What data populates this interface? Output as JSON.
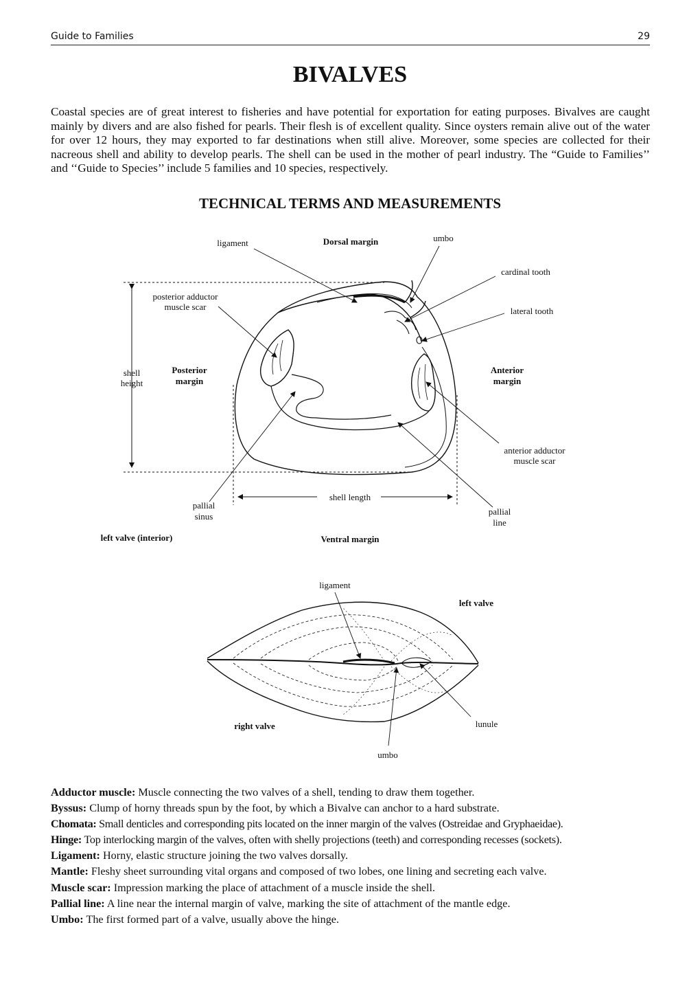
{
  "header": {
    "section": "Guide to Families",
    "page_number": "29"
  },
  "title": "BIVALVES",
  "intro": "Coastal species are of great interest to fisheries and have potential for exportation for eating purposes. Bivalves are caught mainly by divers and are also fished for pearls. Their flesh is of excellent quality. Since oysters remain alive out of the water for over 12 hours, they may exported to far destinations when still alive. Moreover, some species are collected for their nacreous shell and ability to develop pearls. The shell can be used in the mother of pearl industry. The “Guide to Families’’ and ‘‘Guide to Species’’ include 5 families and 10 species, respectively.",
  "subtitle": "TECHNICAL TERMS AND MEASUREMENTS",
  "figure1": {
    "ligament": "ligament",
    "dorsal_margin": "Dorsal margin",
    "umbo": "umbo",
    "cardinal_tooth": "cardinal tooth",
    "lateral_tooth": "lateral tooth",
    "posterior_adductor_1": "posterior adductor",
    "posterior_adductor_2": "muscle scar",
    "shell_height_1": "shell",
    "shell_height_2": "height",
    "posterior_margin_1": "Posterior",
    "posterior_margin_2": "margin",
    "anterior_margin_1": "Anterior",
    "anterior_margin_2": "margin",
    "anterior_adductor_1": "anterior adductor",
    "anterior_adductor_2": "muscle scar",
    "shell_length": "shell length",
    "pallial_sinus_1": "pallial",
    "pallial_sinus_2": "sinus",
    "pallial_line_1": "pallial",
    "pallial_line_2": "line",
    "caption": "left valve (interior)",
    "ventral_margin": "Ventral margin"
  },
  "figure2": {
    "ligament": "ligament",
    "left_valve": "left valve",
    "right_valve": "right valve",
    "lunule": "lunule",
    "umbo": "umbo"
  },
  "definitions": [
    {
      "term": "Adductor muscle:",
      "text": "Muscle connecting the two valves of a shell, tending to draw them together."
    },
    {
      "term": "Byssus:",
      "text": "Clump of horny threads spun by the foot, by which a Bivalve can anchor to a hard substrate."
    },
    {
      "term": "Chomata:",
      "text": "Small denticles and corresponding pits located on the inner margin of the valves (Ostreidae and Gryphaeidae)."
    },
    {
      "term": "Hinge:",
      "text": "Top interlocking margin of the valves, often with shelly projections (teeth) and corresponding recesses (sockets)."
    },
    {
      "term": "Ligament:",
      "text": "Horny, elastic structure joining the two valves dorsally."
    },
    {
      "term": "Mantle:",
      "text": "Fleshy sheet surrounding vital organs and composed of two lobes, one lining and secreting each valve."
    },
    {
      "term": "Muscle scar:",
      "text": "Impression marking the place of attachment of a muscle inside the shell."
    },
    {
      "term": "Pallial line:",
      "text": "A line near the internal margin of valve, marking the site of attachment of the mantle edge."
    },
    {
      "term": "Umbo:",
      "text": "The first formed part of a valve, usually above the hinge."
    }
  ]
}
